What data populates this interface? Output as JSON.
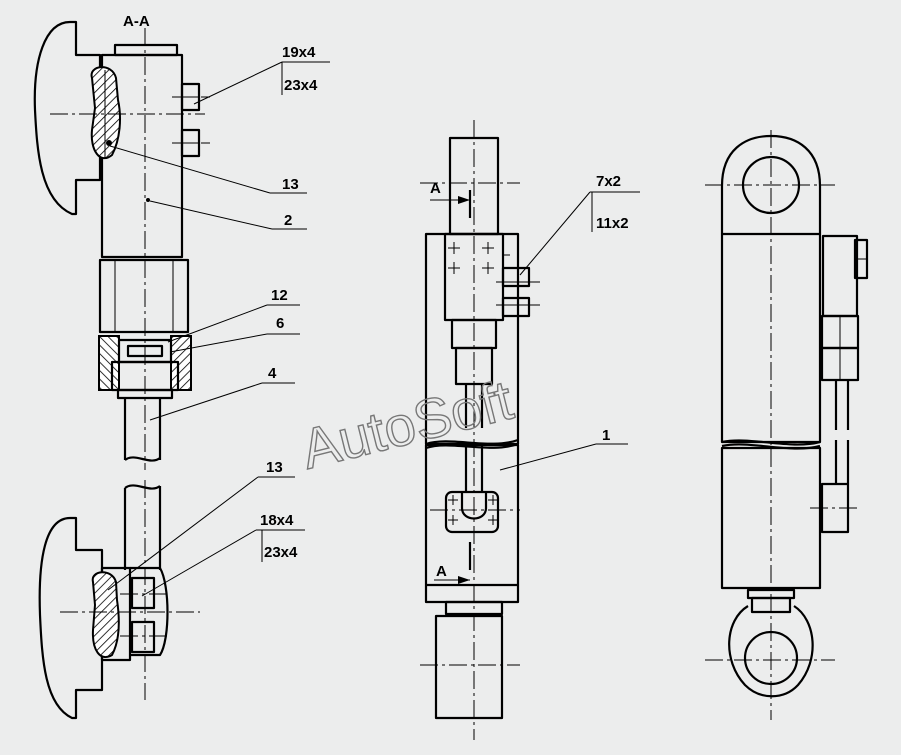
{
  "section_label": "A-A",
  "section_marks": [
    "A",
    "A"
  ],
  "watermark": "AutoSoft",
  "callouts": [
    {
      "id": "19x4",
      "text": "19x4"
    },
    {
      "id": "23x4-top",
      "text": "23x4"
    },
    {
      "id": "13-top",
      "text": "13"
    },
    {
      "id": "2",
      "text": "2"
    },
    {
      "id": "12",
      "text": "12"
    },
    {
      "id": "6",
      "text": "6"
    },
    {
      "id": "4",
      "text": "4"
    },
    {
      "id": "13-bottom",
      "text": "13"
    },
    {
      "id": "18x4",
      "text": "18x4"
    },
    {
      "id": "23x4-bottom",
      "text": "23x4"
    },
    {
      "id": "7x2",
      "text": "7x2"
    },
    {
      "id": "11x2",
      "text": "11x2"
    },
    {
      "id": "1",
      "text": "1"
    }
  ],
  "colors": {
    "background": "#eceded",
    "line": "#000000",
    "watermark": "#777777"
  }
}
